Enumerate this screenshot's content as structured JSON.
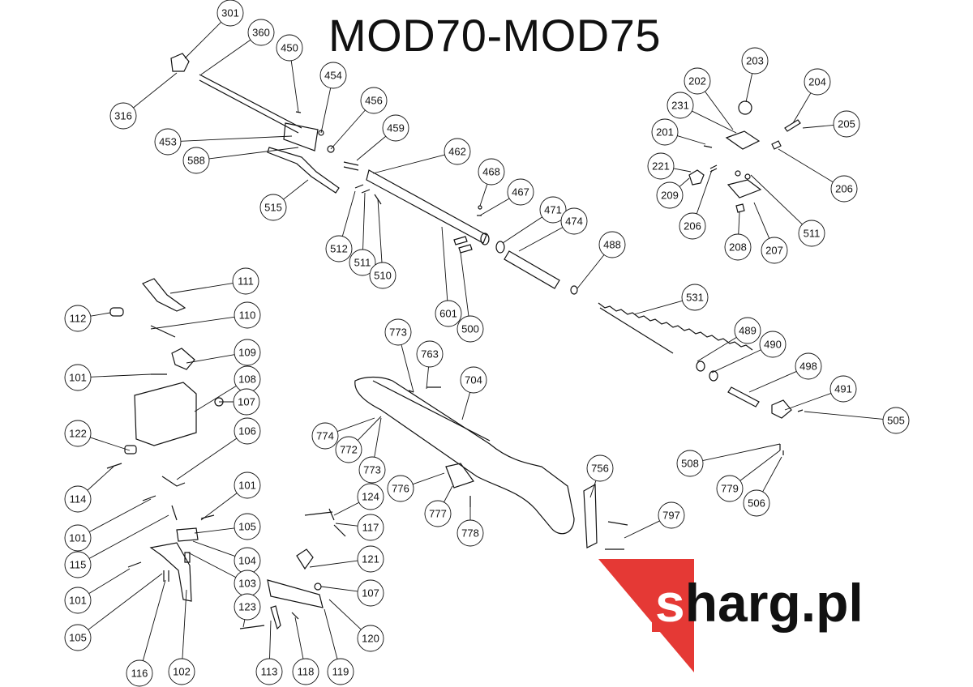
{
  "title": "MOD70-MOD75",
  "brand": {
    "first_letter": "s",
    "rest": "harg.pl",
    "accent_color": "#e53935"
  },
  "callouts": [
    {
      "id": "301"
    },
    {
      "id": "360"
    },
    {
      "id": "450"
    },
    {
      "id": "454"
    },
    {
      "id": "456"
    },
    {
      "id": "316"
    },
    {
      "id": "453"
    },
    {
      "id": "588"
    },
    {
      "id": "459"
    },
    {
      "id": "462"
    },
    {
      "id": "468"
    },
    {
      "id": "467"
    },
    {
      "id": "515"
    },
    {
      "id": "471"
    },
    {
      "id": "474"
    },
    {
      "id": "512"
    },
    {
      "id": "511"
    },
    {
      "id": "510"
    },
    {
      "id": "488"
    },
    {
      "id": "601"
    },
    {
      "id": "500"
    },
    {
      "id": "203"
    },
    {
      "id": "202"
    },
    {
      "id": "204"
    },
    {
      "id": "231"
    },
    {
      "id": "205"
    },
    {
      "id": "201"
    },
    {
      "id": "221"
    },
    {
      "id": "209"
    },
    {
      "id": "206"
    },
    {
      "id": "206"
    },
    {
      "id": "511"
    },
    {
      "id": "208"
    },
    {
      "id": "207"
    },
    {
      "id": "111"
    },
    {
      "id": "112"
    },
    {
      "id": "110"
    },
    {
      "id": "109"
    },
    {
      "id": "101"
    },
    {
      "id": "108"
    },
    {
      "id": "107"
    },
    {
      "id": "122"
    },
    {
      "id": "106"
    },
    {
      "id": "114"
    },
    {
      "id": "101"
    },
    {
      "id": "101"
    },
    {
      "id": "115"
    },
    {
      "id": "105"
    },
    {
      "id": "104"
    },
    {
      "id": "103"
    },
    {
      "id": "101"
    },
    {
      "id": "105"
    },
    {
      "id": "116"
    },
    {
      "id": "102"
    },
    {
      "id": "123"
    },
    {
      "id": "113"
    },
    {
      "id": "118"
    },
    {
      "id": "119"
    },
    {
      "id": "120"
    },
    {
      "id": "107"
    },
    {
      "id": "121"
    },
    {
      "id": "117"
    },
    {
      "id": "124"
    },
    {
      "id": "531"
    },
    {
      "id": "773"
    },
    {
      "id": "763"
    },
    {
      "id": "704"
    },
    {
      "id": "774"
    },
    {
      "id": "772"
    },
    {
      "id": "773"
    },
    {
      "id": "776"
    },
    {
      "id": "777"
    },
    {
      "id": "778"
    },
    {
      "id": "756"
    },
    {
      "id": "797"
    },
    {
      "id": "489"
    },
    {
      "id": "490"
    },
    {
      "id": "498"
    },
    {
      "id": "491"
    },
    {
      "id": "505"
    },
    {
      "id": "508"
    },
    {
      "id": "779"
    },
    {
      "id": "506"
    }
  ]
}
